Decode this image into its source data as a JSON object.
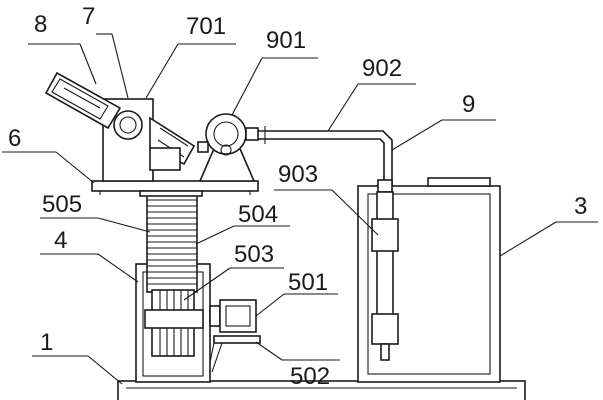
{
  "labels": {
    "l8": "8",
    "l7": "7",
    "l701": "701",
    "l901": "901",
    "l902": "902",
    "l9": "9",
    "l6": "6",
    "l903": "903",
    "l3": "3",
    "l505": "505",
    "l504": "504",
    "l4": "4",
    "l503": "503",
    "l501": "501",
    "l1": "1",
    "l502": "502"
  },
  "colors": {
    "line": "#1a1a1a",
    "background": "#ffffff"
  }
}
